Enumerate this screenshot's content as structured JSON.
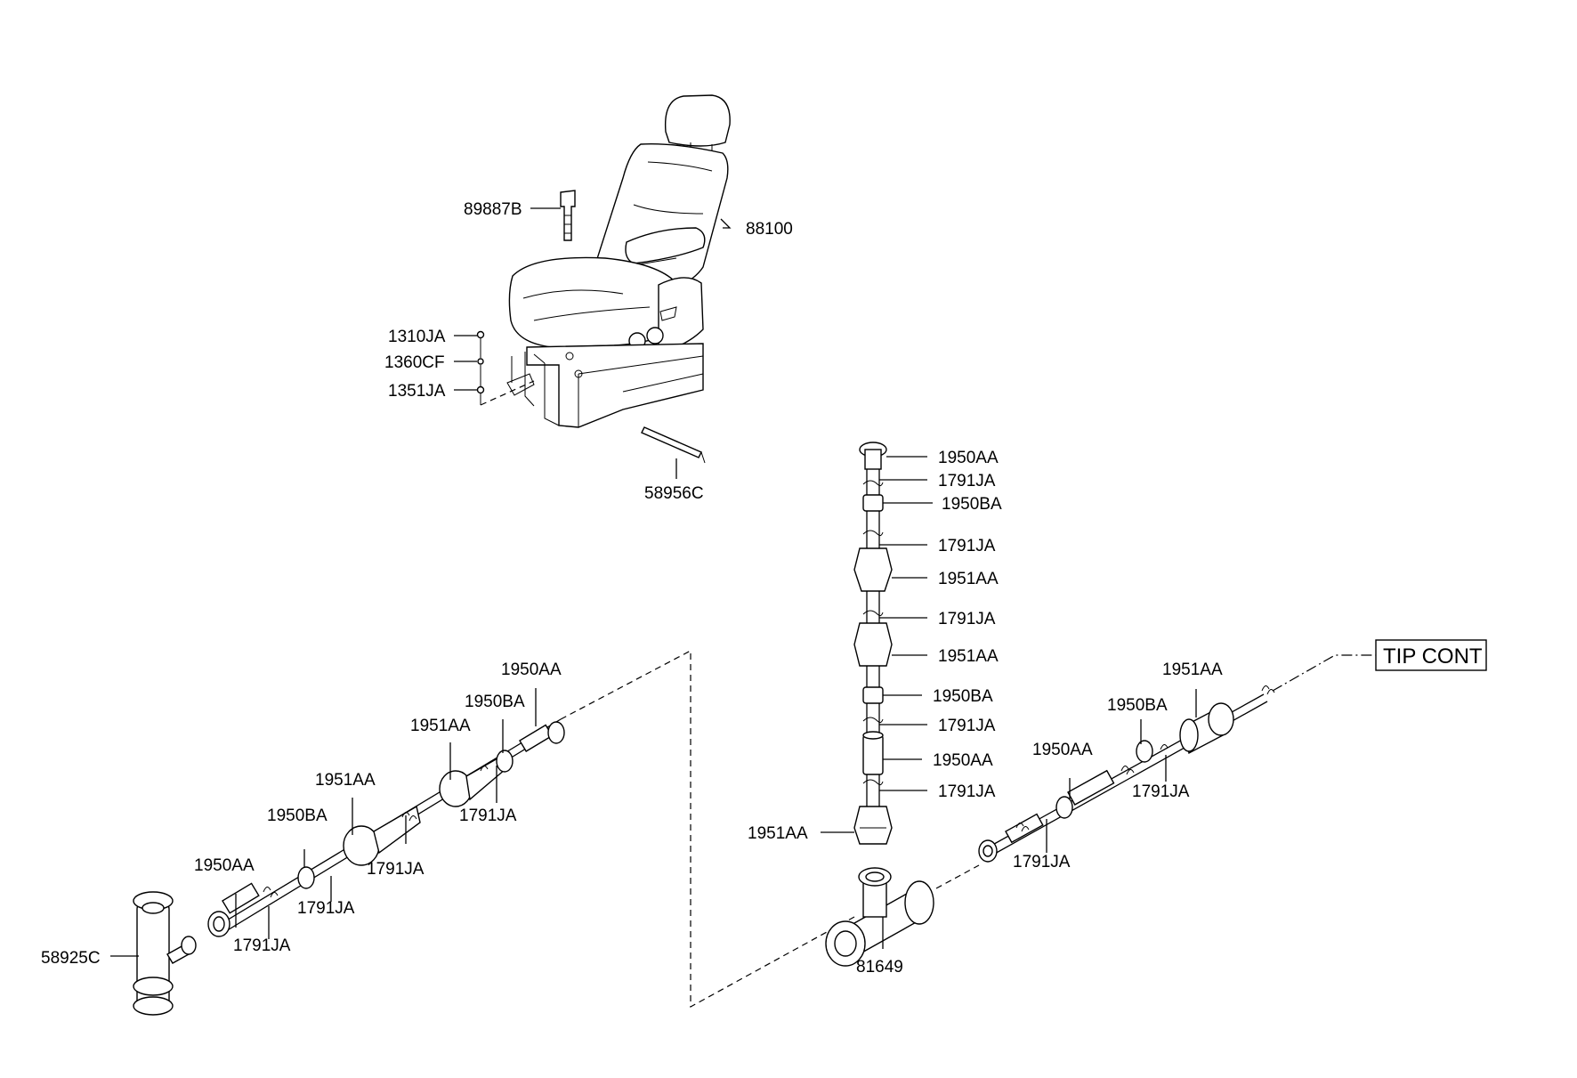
{
  "labels": {
    "seat": "88100",
    "buckle": "89887B",
    "bolt": "1310JA",
    "washer": "1360CF",
    "nut": "1351JA",
    "pin": "58956C",
    "tee_left": "58925C",
    "tee_right": "81649",
    "tip_cont": "TIP CONT",
    "left_line": {
      "l1950AA_top": "1950AA",
      "l1950BA_top": "1950BA",
      "l1951AA_upper": "1951AA",
      "l1951AA_mid": "1951AA",
      "l1791JA_upper": "1791JA",
      "l1950BA_low": "1950BA",
      "l1791JA_mid": "1791JA",
      "l1950AA_low": "1950AA",
      "l1791JA_low": "1791JA",
      "l1791JA_bottom": "1791JA"
    },
    "vertical_line": {
      "v1950AA_top": "1950AA",
      "v1791JA_1": "1791JA",
      "v1950BA_1": "1950BA",
      "v1791JA_2": "1791JA",
      "v1951AA_1": "1951AA",
      "v1791JA_3": "1791JA",
      "v1951AA_2": "1951AA",
      "v1950BA_2": "1950BA",
      "v1791JA_4": "1791JA",
      "v1950AA_2": "1950AA",
      "v1791JA_5": "1791JA",
      "v1951AA_3": "1951AA"
    },
    "right_line": {
      "r1951AA": "1951AA",
      "r1950BA": "1950BA",
      "r1950AA": "1950AA",
      "r1791JA_upper": "1791JA",
      "r1791JA_lower": "1791JA"
    }
  }
}
